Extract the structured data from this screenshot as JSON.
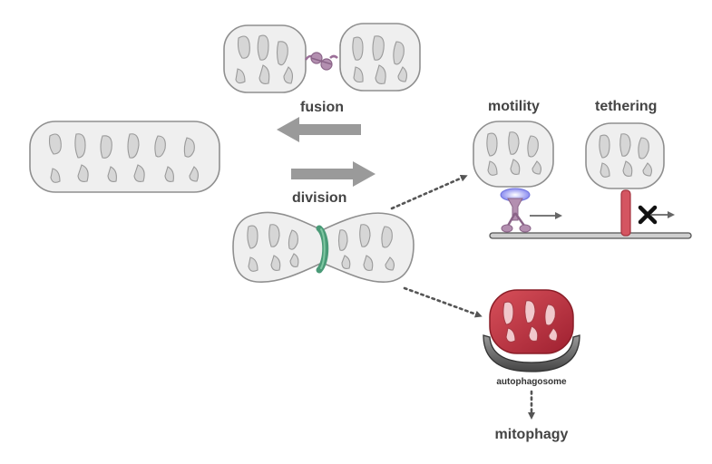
{
  "labels": {
    "fusion": "fusion",
    "division": "division",
    "motility": "motility",
    "tethering": "tethering",
    "autophagosome": "autophagosome",
    "mitophagy": "mitophagy"
  },
  "colors": {
    "mito_outline": "#8f8f8f",
    "mito_fill": "#efefef",
    "cristae": "#d6d6d6",
    "arrow_gray": "#9a9a9a",
    "fusion_protein": "#b38fb0",
    "division_ring": "#4a9a77",
    "motor_protein": "#b38fb0",
    "motor_glow": "#8a8cf0",
    "tether": "#d45561",
    "damaged_mito": "#c0303a",
    "autophagosome": "#666666",
    "block_mark": "#111111"
  },
  "icons": {
    "block_mark": "x-mark-icon",
    "motor": "motor-protein-icon",
    "ring": "division-ring-icon"
  }
}
